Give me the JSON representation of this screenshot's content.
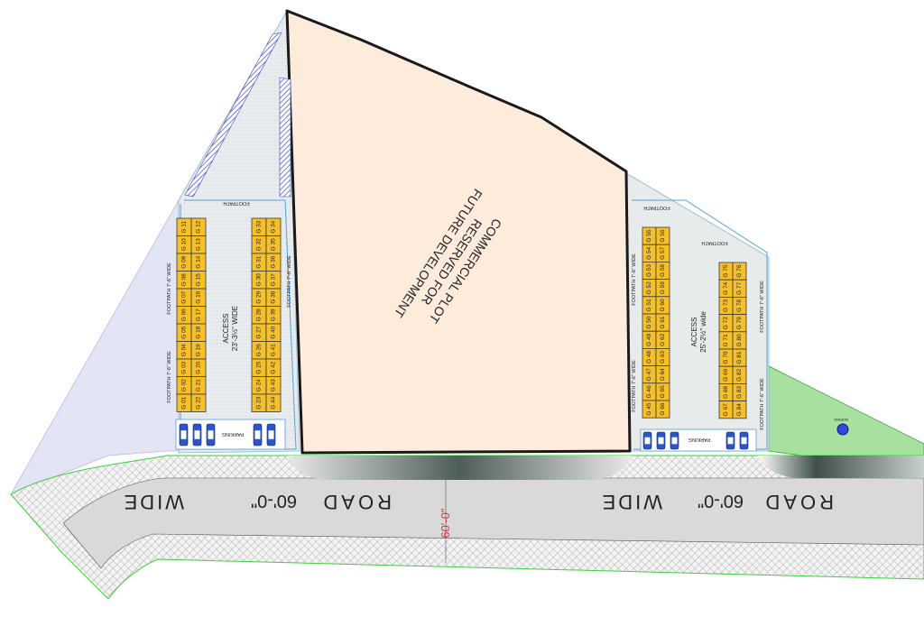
{
  "colors": {
    "commercial_plot": "#fdebdc",
    "ground": "#e6eaec",
    "road": "#d9d9d9",
    "paving": "#f2f2f2",
    "grass": "#a8e0a0",
    "shed": "#f6c02a",
    "plot_outline": "#1a1a1a",
    "blue_border": "#5aa9d6",
    "lavender": "#e3e4f4",
    "road_dimension": "#d93636"
  },
  "commercial": {
    "line1": "COMMERCIAL PLOT",
    "line2": "RESERVED FOR",
    "line3": "FUTURE DEVELOPMENT"
  },
  "road": {
    "left_word_road": "ROAD",
    "left_size": "60'-0\"",
    "left_word_wide": "WIDE",
    "right_word_road": "ROAD",
    "right_size": "60'-0\"",
    "right_word_wide": "WIDE",
    "center_dimension": "60'-0\""
  },
  "left_block": {
    "access_line1": "ACCESS",
    "access_line2": "23'-3½\" WIDE",
    "footpath_top": "FOOTPATH",
    "footpath_left_upper": "FOOTPATH 7'-6\" WIDE",
    "footpath_left_lower": "FOOTPATH 7'-6\" WIDE",
    "footpath_right": "FOOTPATH 7'-6\" WIDE",
    "parking": "PARKING",
    "col_a_left": [
      "G 11",
      "G 10",
      "G 09",
      "G 08",
      "G 07",
      "G 06",
      "G 05",
      "G 04",
      "G 03",
      "G 02",
      "G 01"
    ],
    "col_a_right": [
      "G 12",
      "G 13",
      "G 14",
      "G 15",
      "G 16",
      "G 17",
      "G 18",
      "G 19",
      "G 20",
      "G 21",
      "G 22"
    ],
    "col_b_left": [
      "G 33",
      "G 32",
      "G 31",
      "G 30",
      "G 29",
      "G 28",
      "G 27",
      "G 26",
      "G 25",
      "G 24",
      "G 23"
    ],
    "col_b_right": [
      "G 34",
      "G 35",
      "G 36",
      "G 37",
      "G 38",
      "G 39",
      "G 40",
      "G 41",
      "G 42",
      "G 43",
      "G 44"
    ]
  },
  "right_block": {
    "access_line1": "ACCESS",
    "access_line2": "25'-2½\" wide",
    "footpath_top": "FOOTPATH",
    "footpath_mid": "FOOTPATH",
    "footpath_left_upper": "FOOTPATH 7'-6\" WIDE",
    "footpath_left_lower": "FOOTPATH 7'-6\" WIDE",
    "footpath_right_upper": "FOOTPATH 7'-6\" WIDE",
    "footpath_right_lower": "FOOTPATH 7'-6\" WIDE",
    "parking": "PARKING",
    "boring": "BORING",
    "col_c_left": [
      "G 55",
      "G 54",
      "G 53",
      "G 52",
      "G 51",
      "G 50",
      "G 49",
      "G 48",
      "G 47",
      "G 46",
      "G 45"
    ],
    "col_c_right": [
      "G 56",
      "G 57",
      "G 58",
      "G 59",
      "G 60",
      "G 61",
      "G 62",
      "G 63",
      "G 64",
      "G 65",
      "G 66"
    ],
    "col_d_left": [
      "G 75",
      "G 74",
      "G 73",
      "G 72",
      "G 71",
      "G 70",
      "G 69",
      "G 68",
      "G 67"
    ],
    "col_d_right": [
      "G 76",
      "G 77",
      "G 78",
      "G 79",
      "G 80",
      "G 81",
      "G 82",
      "G 83",
      "G 84"
    ]
  }
}
